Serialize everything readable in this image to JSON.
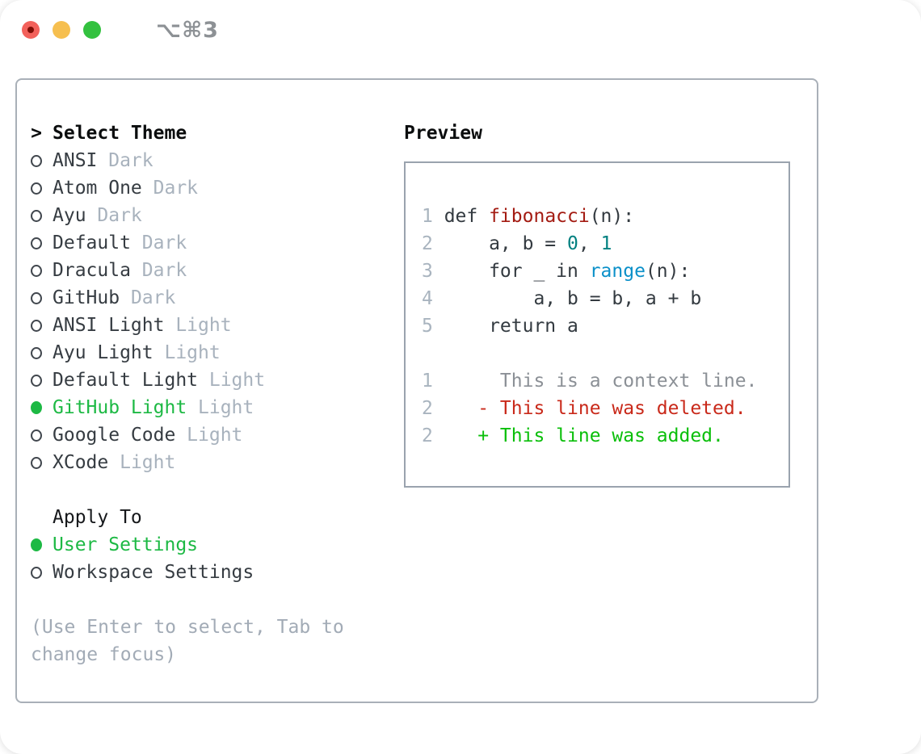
{
  "titlebar": {
    "title": "⌥⌘3",
    "buttons": {
      "close": "close",
      "minimize": "minimize",
      "zoom": "zoom"
    }
  },
  "theme_picker": {
    "cursor": ">",
    "header": "Select Theme",
    "themes": [
      {
        "name": "ANSI",
        "tag": "Dark",
        "selected": false
      },
      {
        "name": "Atom One",
        "tag": "Dark",
        "selected": false
      },
      {
        "name": "Ayu",
        "tag": "Dark",
        "selected": false
      },
      {
        "name": "Default",
        "tag": "Dark",
        "selected": false
      },
      {
        "name": "Dracula",
        "tag": "Dark",
        "selected": false
      },
      {
        "name": "GitHub",
        "tag": "Dark",
        "selected": false
      },
      {
        "name": "ANSI Light",
        "tag": "Light",
        "selected": false
      },
      {
        "name": "Ayu Light",
        "tag": "Light",
        "selected": false
      },
      {
        "name": "Default Light",
        "tag": "Light",
        "selected": false
      },
      {
        "name": "GitHub Light",
        "tag": "Light",
        "selected": true
      },
      {
        "name": "Google Code",
        "tag": "Light",
        "selected": false
      },
      {
        "name": "XCode",
        "tag": "Light",
        "selected": false
      }
    ],
    "apply_to": {
      "header": "Apply To",
      "options": [
        {
          "name": "User Settings",
          "selected": true
        },
        {
          "name": "Workspace Settings",
          "selected": false
        }
      ]
    },
    "help_lines": [
      "(Use Enter to select, Tab to",
      "change focus)"
    ]
  },
  "preview": {
    "header": "Preview",
    "code_lines": [
      {
        "num": "1",
        "segments": [
          {
            "text": "def ",
            "style": "plain"
          },
          {
            "text": "fibonacci",
            "style": "function"
          },
          {
            "text": "(n):",
            "style": "plain"
          }
        ]
      },
      {
        "num": "2",
        "segments": [
          {
            "text": "    a, b = ",
            "style": "plain"
          },
          {
            "text": "0",
            "style": "number"
          },
          {
            "text": ", ",
            "style": "plain"
          },
          {
            "text": "1",
            "style": "number"
          }
        ]
      },
      {
        "num": "3",
        "segments": [
          {
            "text": "    for _ in ",
            "style": "plain"
          },
          {
            "text": "range",
            "style": "builtin"
          },
          {
            "text": "(n):",
            "style": "plain"
          }
        ]
      },
      {
        "num": "4",
        "segments": [
          {
            "text": "        a, b = b, a + b",
            "style": "plain"
          }
        ]
      },
      {
        "num": "5",
        "segments": [
          {
            "text": "    return a",
            "style": "plain"
          }
        ]
      },
      {
        "num": "",
        "segments": []
      },
      {
        "num": "1",
        "segments": [
          {
            "text": "     This is a context line.",
            "style": "context"
          }
        ]
      },
      {
        "num": "2",
        "segments": [
          {
            "text": "   - This line was deleted.",
            "style": "deleted"
          }
        ]
      },
      {
        "num": "2",
        "segments": [
          {
            "text": "   + This line was added.",
            "style": "added"
          }
        ]
      }
    ]
  },
  "colors": {
    "selection_green": "#1db944",
    "added_green": "#0abf0a",
    "deleted_red": "#c9291a",
    "function_red": "#a31b12",
    "number_teal": "#008080",
    "builtin_blue": "#0b90c9",
    "context_gray": "#8b9096",
    "line_number_gray": "#a9b4bf",
    "text_dark": "#363c42",
    "tag_gray": "#a8b2bd",
    "help_gray": "#a2abb6",
    "panel_border": "#a9b0b8",
    "preview_border": "#9aa3ae",
    "titlebar_text": "#8d9195",
    "traffic_red": "#f2615b",
    "traffic_yellow": "#f6bf4f",
    "traffic_green": "#33c13f"
  }
}
